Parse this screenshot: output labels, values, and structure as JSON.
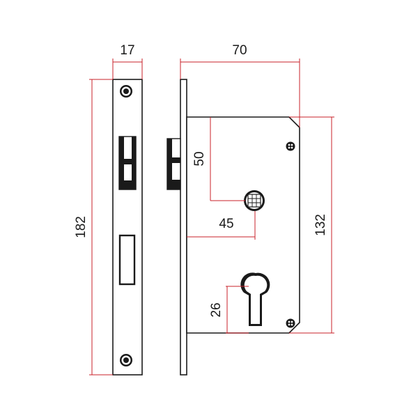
{
  "colors": {
    "line": "#1a1a1a",
    "dimension": "#c8202a",
    "background": "#ffffff"
  },
  "dimensions": {
    "faceplate_width": "17",
    "faceplate_height": "182",
    "body_width": "70",
    "body_height": "132",
    "backset_vertical": "50",
    "backset_horizontal": "45",
    "cylinder_offset": "26"
  }
}
